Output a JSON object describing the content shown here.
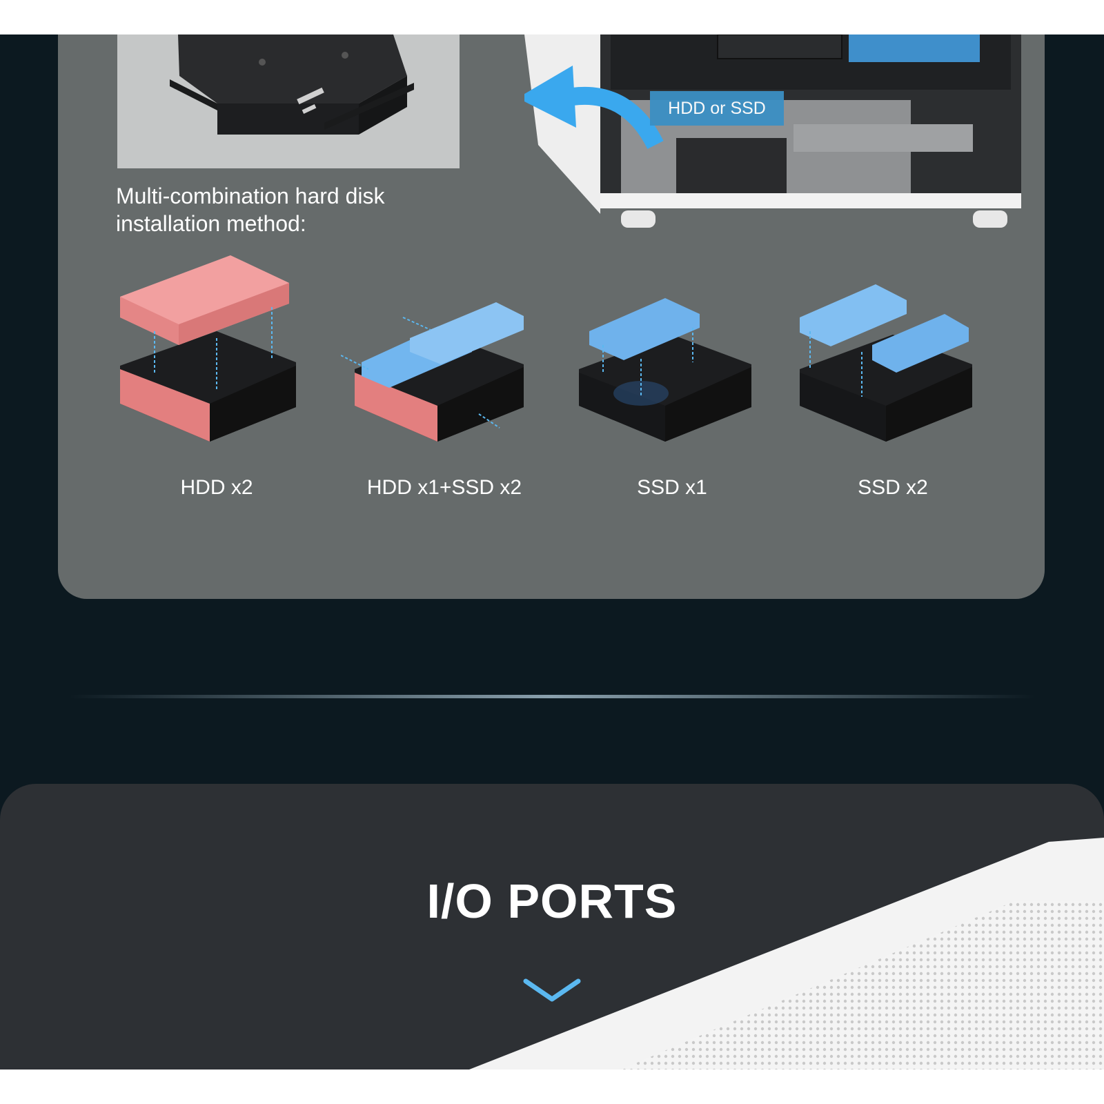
{
  "tag": {
    "text": "HDD or SSD"
  },
  "heading": {
    "line1": "Multi-combination hard disk",
    "line2": "installation method:"
  },
  "configs": [
    {
      "label": "HDD x2",
      "hdd_color": "#f2a0a0",
      "ssd_color": "#6fb2ec"
    },
    {
      "label": "HDD x1+SSD x2"
    },
    {
      "label": "SSD x1"
    },
    {
      "label": "SSD x2"
    }
  ],
  "io": {
    "title": "I/O PORTS",
    "chevron_icon": "chevron-down-icon",
    "accent": "#5bb8f0"
  },
  "colors": {
    "background": "#0c1920",
    "panel": "#666b6b",
    "io_panel": "#2d3034",
    "arrow": "#3aa8ee"
  }
}
